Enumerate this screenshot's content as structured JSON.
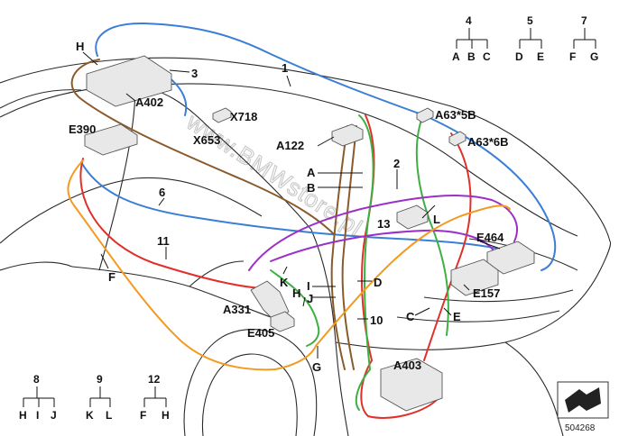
{
  "colors": {
    "blue": "#3a7fd5",
    "brown": "#8a5a2b",
    "red": "#e0302a",
    "green": "#3cb043",
    "purple": "#9b30c8",
    "orange": "#f39a1f",
    "outline": "#2a2a2a"
  },
  "watermark": "www.BMWstore.pl",
  "reference_number": "504268",
  "components": {
    "a402": "A402",
    "x718": "X718",
    "x653": "X653",
    "e390": "E390",
    "a122": "A122",
    "a63_5b": "A63*5B",
    "a63_6b": "A63*6B",
    "e464": "E464",
    "e157": "E157",
    "a331": "A331",
    "e405": "E405",
    "a403": "A403"
  },
  "callouts": {
    "n1": "1",
    "n2": "2",
    "n3": "3",
    "n6": "6",
    "n10": "10",
    "n11": "11",
    "n13": "13",
    "a": "A",
    "b": "B",
    "c": "C",
    "d": "D",
    "e": "E",
    "f": "F",
    "g": "G",
    "h_top": "H",
    "h_mid": "H",
    "i": "I",
    "j": "J",
    "k": "K",
    "l": "L"
  },
  "legend_groups": {
    "g4": {
      "number": "4",
      "letters": [
        "A",
        "B",
        "C"
      ]
    },
    "g5": {
      "number": "5",
      "letters": [
        "D",
        "E"
      ]
    },
    "g7": {
      "number": "7",
      "letters": [
        "F",
        "G"
      ]
    },
    "g8": {
      "number": "8",
      "letters": [
        "H",
        "I",
        "J"
      ]
    },
    "g9": {
      "number": "9",
      "letters": [
        "K",
        "L"
      ]
    },
    "g12": {
      "number": "12",
      "letters": [
        "F",
        "H"
      ]
    }
  }
}
